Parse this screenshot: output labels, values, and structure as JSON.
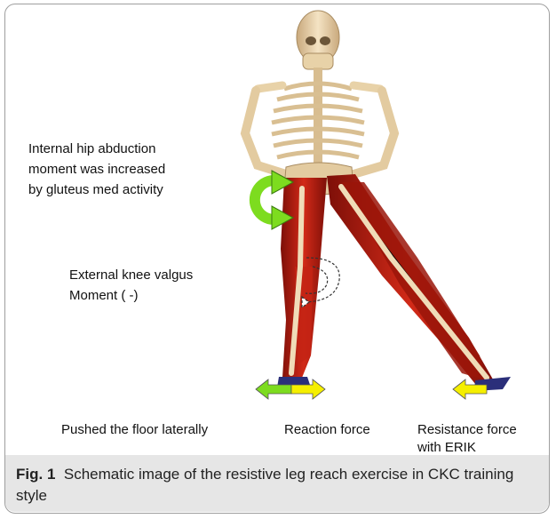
{
  "annotations": {
    "hip_line1": "Internal hip abduction",
    "hip_line2": "moment was  increased",
    "hip_line3": "by gluteus med  activity",
    "knee_line1": "External knee valgus",
    "knee_line2": "Moment ( -)"
  },
  "force_labels": {
    "pushed": "Pushed  the floor laterally",
    "reaction": "Reaction force",
    "resistance_line1": "Resistance force",
    "resistance_line2": "with ERIK"
  },
  "caption": {
    "figure_number": "Fig. 1",
    "text": "Schematic image of the resistive leg reach exercise in CKC training style"
  },
  "colors": {
    "muscle": "#b81c10",
    "bone": "#efd9b4",
    "arrow_green": "#7ddc1f",
    "arrow_yellow": "#f5ef00",
    "caption_bg": "#e6e6e6"
  }
}
